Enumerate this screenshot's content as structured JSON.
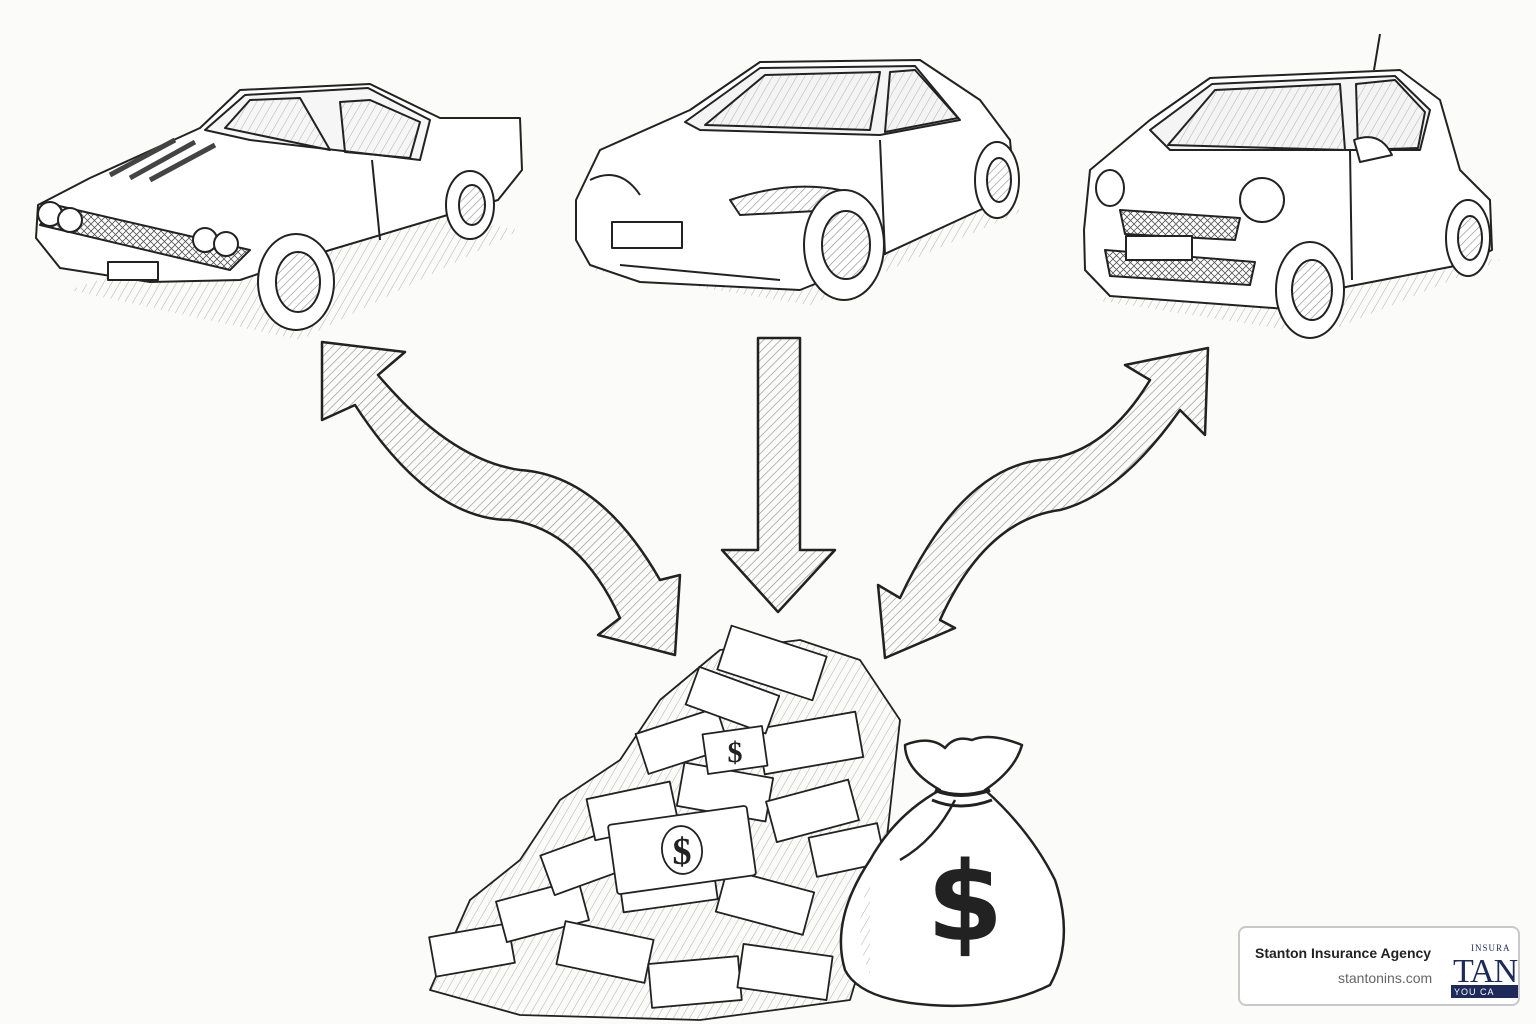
{
  "scene": {
    "cars": [
      {
        "name": "classic-muscle-car"
      },
      {
        "name": "electric-sedan"
      },
      {
        "name": "compact-city-car"
      }
    ],
    "money_bag_symbol": "$",
    "bill_symbol": "$"
  },
  "badge": {
    "agency_name": "Stanton Insurance Agency",
    "url": "stantonins.com",
    "logo_top": "INSURA",
    "logo_main": "TAN",
    "logo_bottom": "YOU CA"
  }
}
